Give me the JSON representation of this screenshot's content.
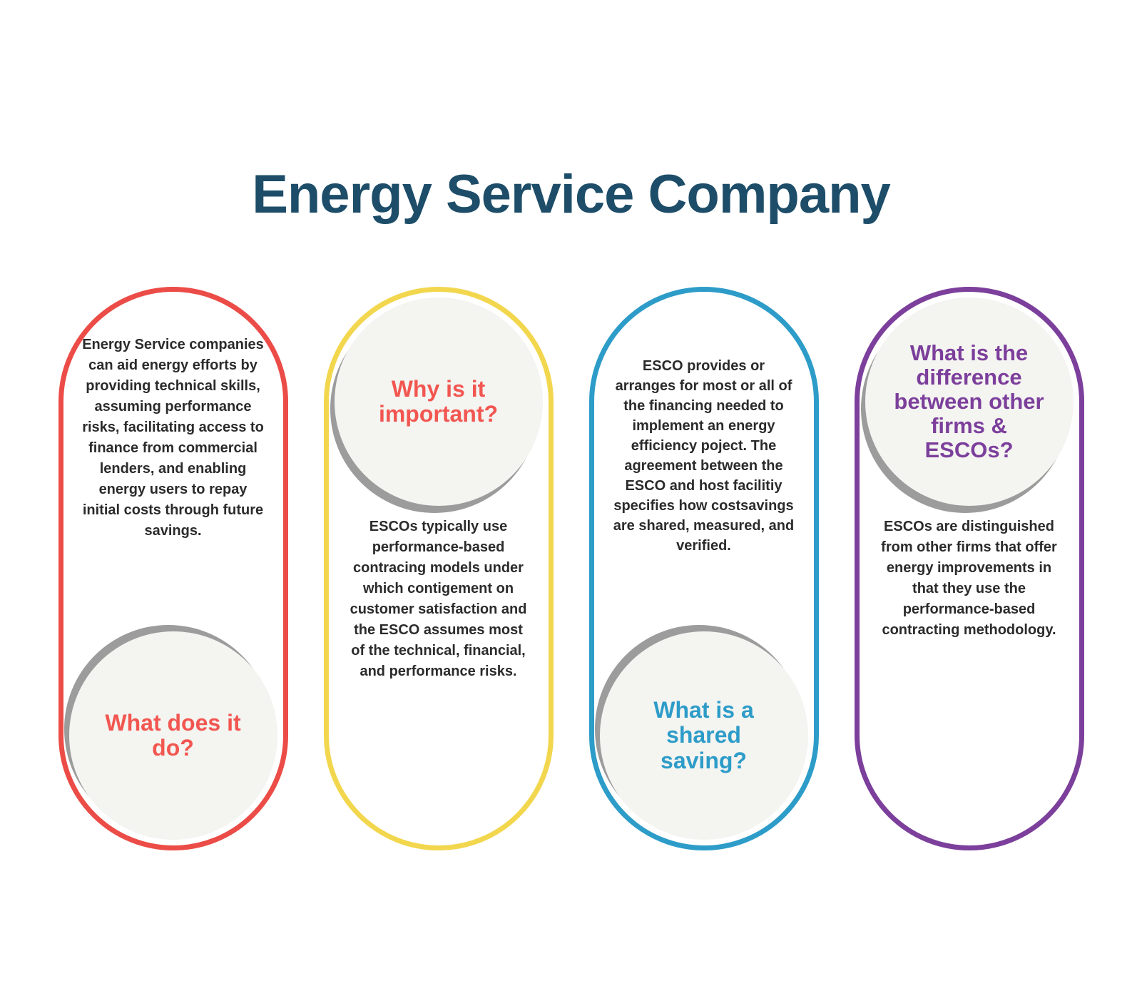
{
  "title": "Energy Service Company",
  "colors": {
    "title": "#1d4d68",
    "body_text": "#2b2b2b",
    "circle_bg": "#f4f4f1",
    "circle_shadow": "#9c9c9c",
    "red": "#ec4c47",
    "coral_heading": "#f25650",
    "yellow": "#f2d74e",
    "blue": "#2d9cc8",
    "purple": "#7c3f9b"
  },
  "cards": [
    {
      "name": "what-does-it-do",
      "accent": "#ec4c47",
      "heading": "What does it do?",
      "heading_color": "#f25650",
      "heading_position": "bottom",
      "body": "Energy Service companies can aid energy efforts by providing technical skills, assuming performance risks, facilitating access to finance from commercial lenders, and enabling energy users to repay initial costs through future savings."
    },
    {
      "name": "why-is-it-important",
      "accent": "#f2d74e",
      "heading": "Why is it important?",
      "heading_color": "#f25650",
      "heading_position": "top",
      "body": "ESCOs typically use performance-based contracing models under which contigement on customer satisfaction and the ESCO assumes most of the technical, financial, and performance risks."
    },
    {
      "name": "what-is-a-shared-saving",
      "accent": "#2d9cc8",
      "heading": "What is a shared saving?",
      "heading_color": "#2d9cc8",
      "heading_position": "bottom",
      "body": "ESCO provides or arranges for most or all of the financing needed to implement an energy efficiency poject. The agreement between the ESCO and host facilitiy specifies how costsavings are shared, measured, and verified."
    },
    {
      "name": "difference-between-other-firms-and-escos",
      "accent": "#7c3f9b",
      "heading": "What is the difference between other firms & ESCOs?",
      "heading_color": "#7c3f9b",
      "heading_position": "top",
      "body": "ESCOs are distinguished from other firms that offer energy improvements in that they use the performance-based contracting methodology."
    }
  ]
}
